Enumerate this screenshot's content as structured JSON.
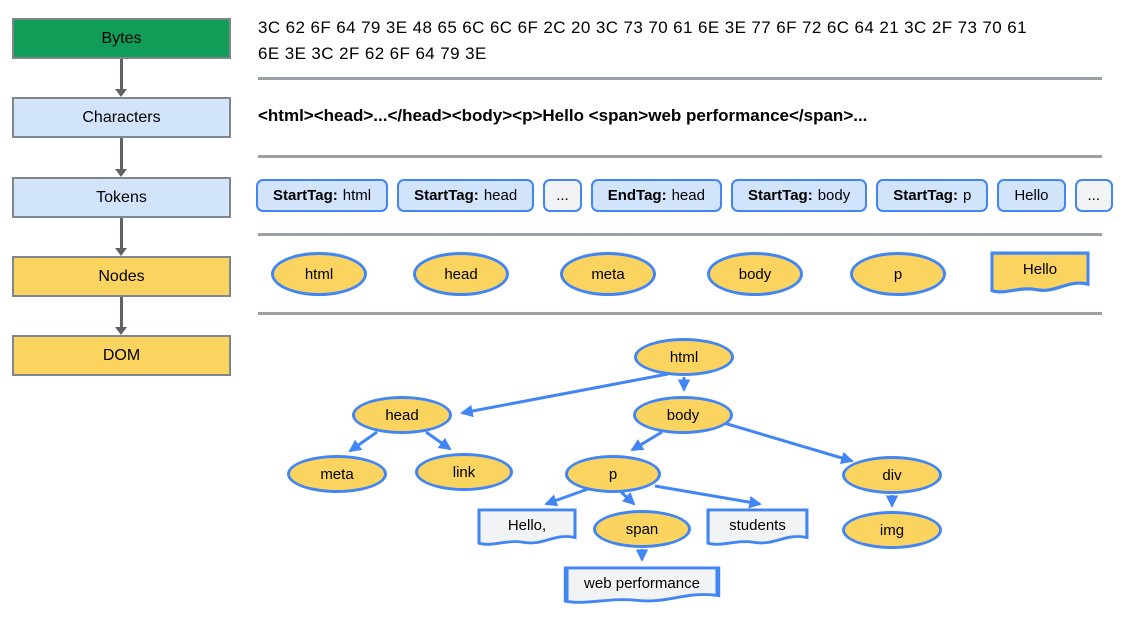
{
  "pipeline": {
    "stages": [
      {
        "label": "Bytes"
      },
      {
        "label": "Characters"
      },
      {
        "label": "Tokens"
      },
      {
        "label": "Nodes"
      },
      {
        "label": "DOM"
      }
    ]
  },
  "bytes": {
    "line1": "3C 62 6F 64 79 3E 48 65 6C 6C 6F 2C 20 3C 73 70 61 6E 3E 77 6F 72 6C 64 21 3C 2F 73 70 61",
    "line2": "6E 3E 3C 2F 62 6F 64 79 3E"
  },
  "characters": {
    "text": "<html><head>...</head><body><p>Hello <span>web performance</span>..."
  },
  "tokens": {
    "items": [
      {
        "prefix": "StartTag:",
        "value": "html"
      },
      {
        "prefix": "StartTag:",
        "value": "head"
      },
      {
        "prefix": "",
        "value": "..."
      },
      {
        "prefix": "EndTag:",
        "value": "head"
      },
      {
        "prefix": "StartTag:",
        "value": "body"
      },
      {
        "prefix": "StartTag:",
        "value": "p"
      },
      {
        "prefix": "",
        "value": "Hello"
      },
      {
        "prefix": "",
        "value": "..."
      }
    ]
  },
  "nodes_row": {
    "elements": [
      "html",
      "head",
      "meta",
      "body",
      "p"
    ],
    "text_node": "Hello"
  },
  "dom_tree": {
    "elements": {
      "html": "html",
      "head": "head",
      "body": "body",
      "meta": "meta",
      "link": "link",
      "p": "p",
      "div": "div",
      "span": "span",
      "img": "img"
    },
    "text_nodes": {
      "hello": "Hello,",
      "students": "students",
      "web_performance": "web performance"
    }
  },
  "colors": {
    "stage_green": "#0f9d58",
    "stage_blue": "#d2e3fc",
    "node_yellow": "#fbd45f",
    "edge_blue": "#4285f4",
    "separator_gray": "#9aa0a6",
    "connector_gray": "#5f6368",
    "text_node_fill": "#f1f3f4"
  }
}
